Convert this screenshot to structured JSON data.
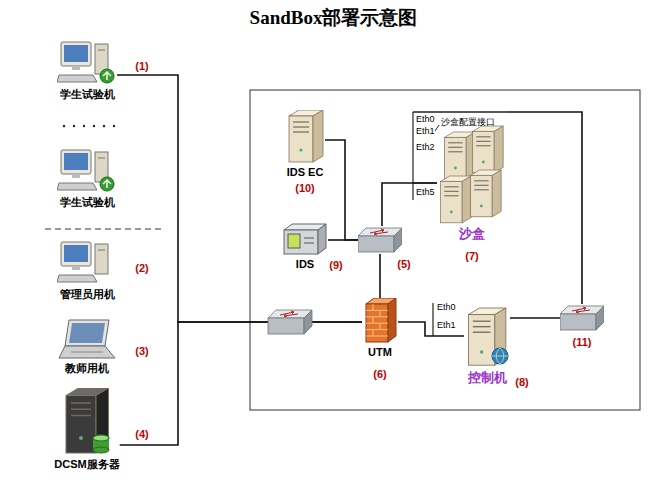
{
  "diagram": {
    "title": "SandBox部署示意图",
    "nodes": [
      {
        "text": [
          "学生试验机",
          "(1)"
        ]
      },
      {
        "text": [
          "学生试验机"
        ]
      },
      {
        "text": [
          "管理员用机",
          "(2)"
        ]
      },
      {
        "text": [
          "教师用机",
          "(3)"
        ]
      },
      {
        "text": [
          "DCSM服务器",
          "(4)"
        ]
      },
      {
        "text": [
          "IDS EC",
          "(10)"
        ]
      },
      {
        "text": [
          "沙盒",
          "(7)"
        ]
      },
      {
        "text": [
          "IDS",
          "(9)"
        ]
      },
      {
        "text": [
          "(5)"
        ]
      },
      {
        "text": [
          "UTM",
          "(6)"
        ]
      },
      {
        "text": [
          "控制机",
          "(8)"
        ]
      },
      {
        "text": [
          "(11)"
        ]
      }
    ],
    "edges": [
      {
        "from": 0,
        "to": 9,
        "arrow": "none"
      },
      {
        "from": 4,
        "to": 9,
        "arrow": "none"
      },
      {
        "from": 8,
        "to": 9,
        "arrow": "none"
      },
      {
        "from": 5,
        "to": 8,
        "arrow": "none"
      },
      {
        "from": 7,
        "to": 8,
        "arrow": "none"
      },
      {
        "from": 8,
        "to": 6,
        "arrow": "none"
      },
      {
        "from": 9,
        "to": 10,
        "arrow": "none"
      },
      {
        "from": 10,
        "to": 11,
        "arrow": "none"
      },
      {
        "from": 11,
        "to": 6,
        "arrow": "none"
      }
    ],
    "labels": [
      "Eth0",
      "Eth1",
      "沙盒配置接口",
      "Eth2",
      "Eth5",
      "Eth0",
      "Eth1"
    ]
  }
}
